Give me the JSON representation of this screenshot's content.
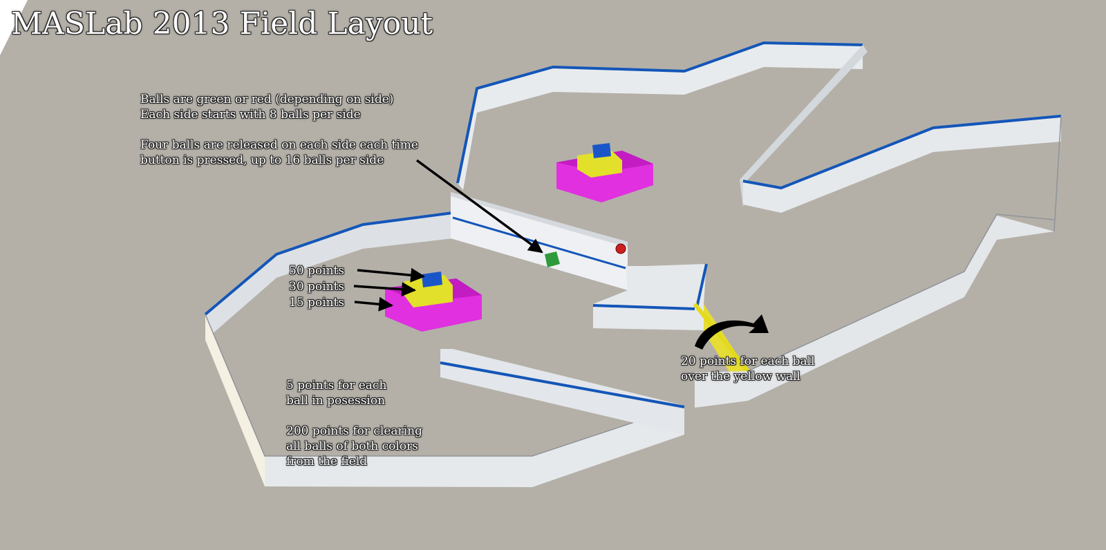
{
  "title": "MASLab 2013 Field Layout",
  "notes": {
    "balls": {
      "line1": "Balls are green or red (depending on side)",
      "line2": "Each side starts with 8 balls per side",
      "line3": "Four balls are released on each side each time",
      "line4": "button is pressed, up to 16 balls per side"
    },
    "score_50": "50 points",
    "score_30": "30 points",
    "score_15": "15 points",
    "possession": {
      "line1": "5 points for each",
      "line2": "ball in posession",
      "line3": "200 points for clearing",
      "line4": "all balls of both colors",
      "line5": "from the field"
    },
    "yellow_wall": {
      "line1": "20 points for each ball",
      "line2": "over the yellow wall"
    }
  },
  "colors": {
    "ground": "#b4b0a8",
    "wall": "#e8ebee",
    "wall_shade": "#c9ced4",
    "blue_tape": "#1456b8",
    "yellow_wall": "#e3da1c",
    "goal_magenta": "#e030e0",
    "goal_yellow": "#e2e02a",
    "goal_blue": "#1b56c8",
    "ball_green": "#2f9a3c",
    "ball_red": "#cc2020"
  }
}
